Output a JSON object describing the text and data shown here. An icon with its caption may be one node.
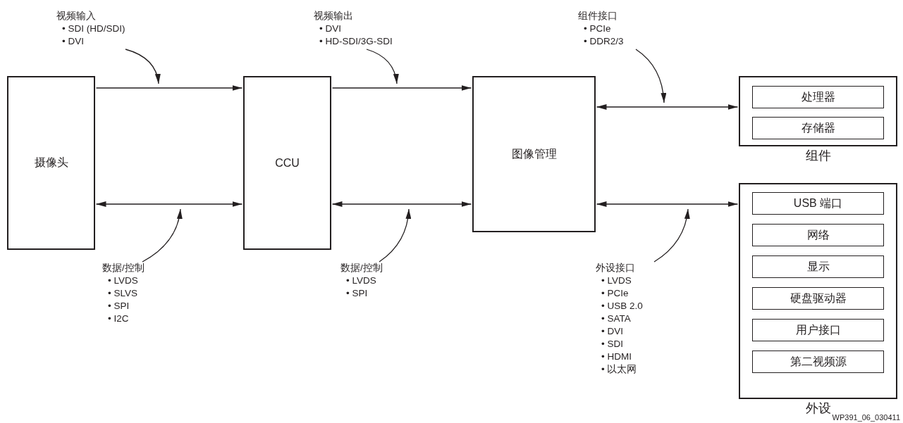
{
  "diagram": {
    "nodes": [
      {
        "text": [
          "摄像头"
        ]
      },
      {
        "text": [
          "CCU"
        ]
      },
      {
        "text": [
          "图像管理"
        ]
      },
      {
        "text": [
          "组件"
        ]
      },
      {
        "text": [
          "处理器"
        ],
        "in": 3
      },
      {
        "text": [
          "存储器"
        ],
        "in": 3
      },
      {
        "text": [
          "外设"
        ]
      },
      {
        "text": [
          "USB 端口"
        ],
        "in": 6
      },
      {
        "text": [
          "网络"
        ],
        "in": 6
      },
      {
        "text": [
          "显示"
        ],
        "in": 6
      },
      {
        "text": [
          "硬盘驱动器"
        ],
        "in": 6
      },
      {
        "text": [
          "用户接口"
        ],
        "in": 6
      },
      {
        "text": [
          "第二视频源"
        ],
        "in": 6
      },
      {
        "text": [
          "视频输入",
          "• SDI (HD/SDI)",
          "• DVI"
        ]
      },
      {
        "text": [
          "视频输出",
          "• DVI",
          "• HD-SDI/3G-SDI"
        ]
      },
      {
        "text": [
          "组件接口",
          "• PCIe",
          "• DDR2/3"
        ]
      },
      {
        "text": [
          "数据/控制",
          "• LVDS",
          "• SLVS",
          "• SPI",
          "• I2C"
        ]
      },
      {
        "text": [
          "数据/控制",
          "• LVDS",
          "• SPI"
        ]
      },
      {
        "text": [
          "外设接口",
          "• LVDS",
          "• PCIe",
          "• USB 2.0",
          "• SATA",
          "• DVI",
          "• SDI",
          "• HDMI",
          "• 以太网"
        ]
      }
    ],
    "edges": [
      {
        "from": 0,
        "to": 1,
        "arrow": "to"
      },
      {
        "from": 0,
        "to": 1,
        "arrow": "both"
      },
      {
        "from": 1,
        "to": 2,
        "arrow": "to"
      },
      {
        "from": 1,
        "to": 2,
        "arrow": "both"
      },
      {
        "from": 2,
        "to": 3,
        "arrow": "both"
      },
      {
        "from": 2,
        "to": 6,
        "arrow": "both"
      },
      {
        "from": 13,
        "to": null,
        "arrow": "to"
      },
      {
        "from": 14,
        "to": null,
        "arrow": "to"
      },
      {
        "from": 15,
        "to": null,
        "arrow": "to"
      },
      {
        "from": 16,
        "to": null,
        "arrow": "to"
      },
      {
        "from": 17,
        "to": null,
        "arrow": "to"
      },
      {
        "from": 18,
        "to": null,
        "arrow": "to"
      }
    ],
    "labels": [
      "WP391_06_030411"
    ]
  }
}
